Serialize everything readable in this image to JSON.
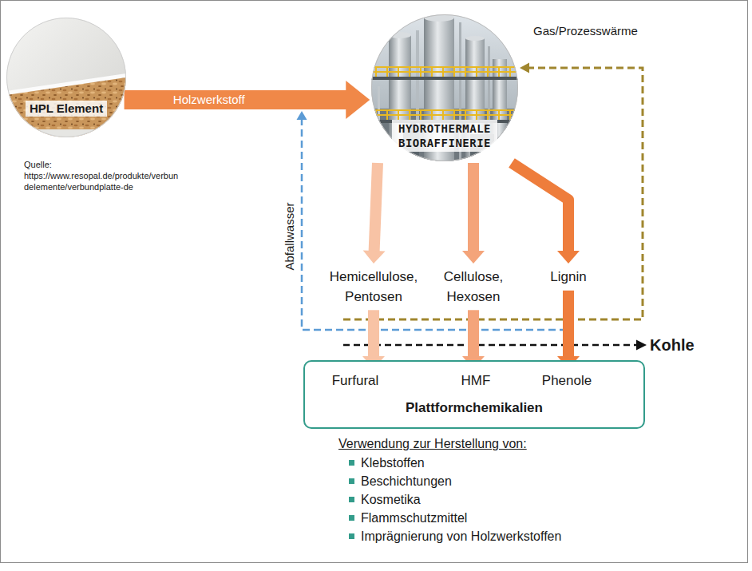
{
  "diagram": {
    "nodes": [
      {
        "text": [
          "HPL Element"
        ]
      },
      {
        "text": [
          "HYDROTHERMALE BIORAFFINERIE"
        ]
      },
      {
        "text": [
          "Hemicellulose, Pentosen"
        ]
      },
      {
        "text": [
          "Cellulose, Hexosen"
        ]
      },
      {
        "text": [
          "Lignin"
        ]
      },
      {
        "text": [
          "Plattformchemikalien"
        ]
      },
      {
        "text": [
          "Furfural"
        ],
        "in": 5
      },
      {
        "text": [
          "HMF"
        ],
        "in": 5
      },
      {
        "text": [
          "Phenole"
        ],
        "in": 5
      }
    ],
    "edges": [
      {
        "from": 0,
        "to": 1,
        "arrow": "to",
        "label": "Holzwerkstoff"
      },
      {
        "from": 1,
        "to": 2,
        "arrow": "to"
      },
      {
        "from": 1,
        "to": 3,
        "arrow": "to"
      },
      {
        "from": 1,
        "to": 4,
        "arrow": "to"
      },
      {
        "from": 2,
        "to": 6,
        "arrow": "to"
      },
      {
        "from": 3,
        "to": 7,
        "arrow": "to"
      },
      {
        "from": 4,
        "to": 8,
        "arrow": "to"
      }
    ],
    "labels": [
      "Quelle:",
      "https://www.resopal.de/produkte/verbundelemente/verbundplatte-de",
      "Gas/Prozesswärme",
      "Abfallwasser",
      "Kohle",
      "Verwendung zur Herstellung von:",
      "Klebstoffen",
      "Beschichtungen",
      "Kosmetika",
      "Flammschutzmittel",
      "Imprägnierung von Holzwerkstoffen"
    ]
  }
}
